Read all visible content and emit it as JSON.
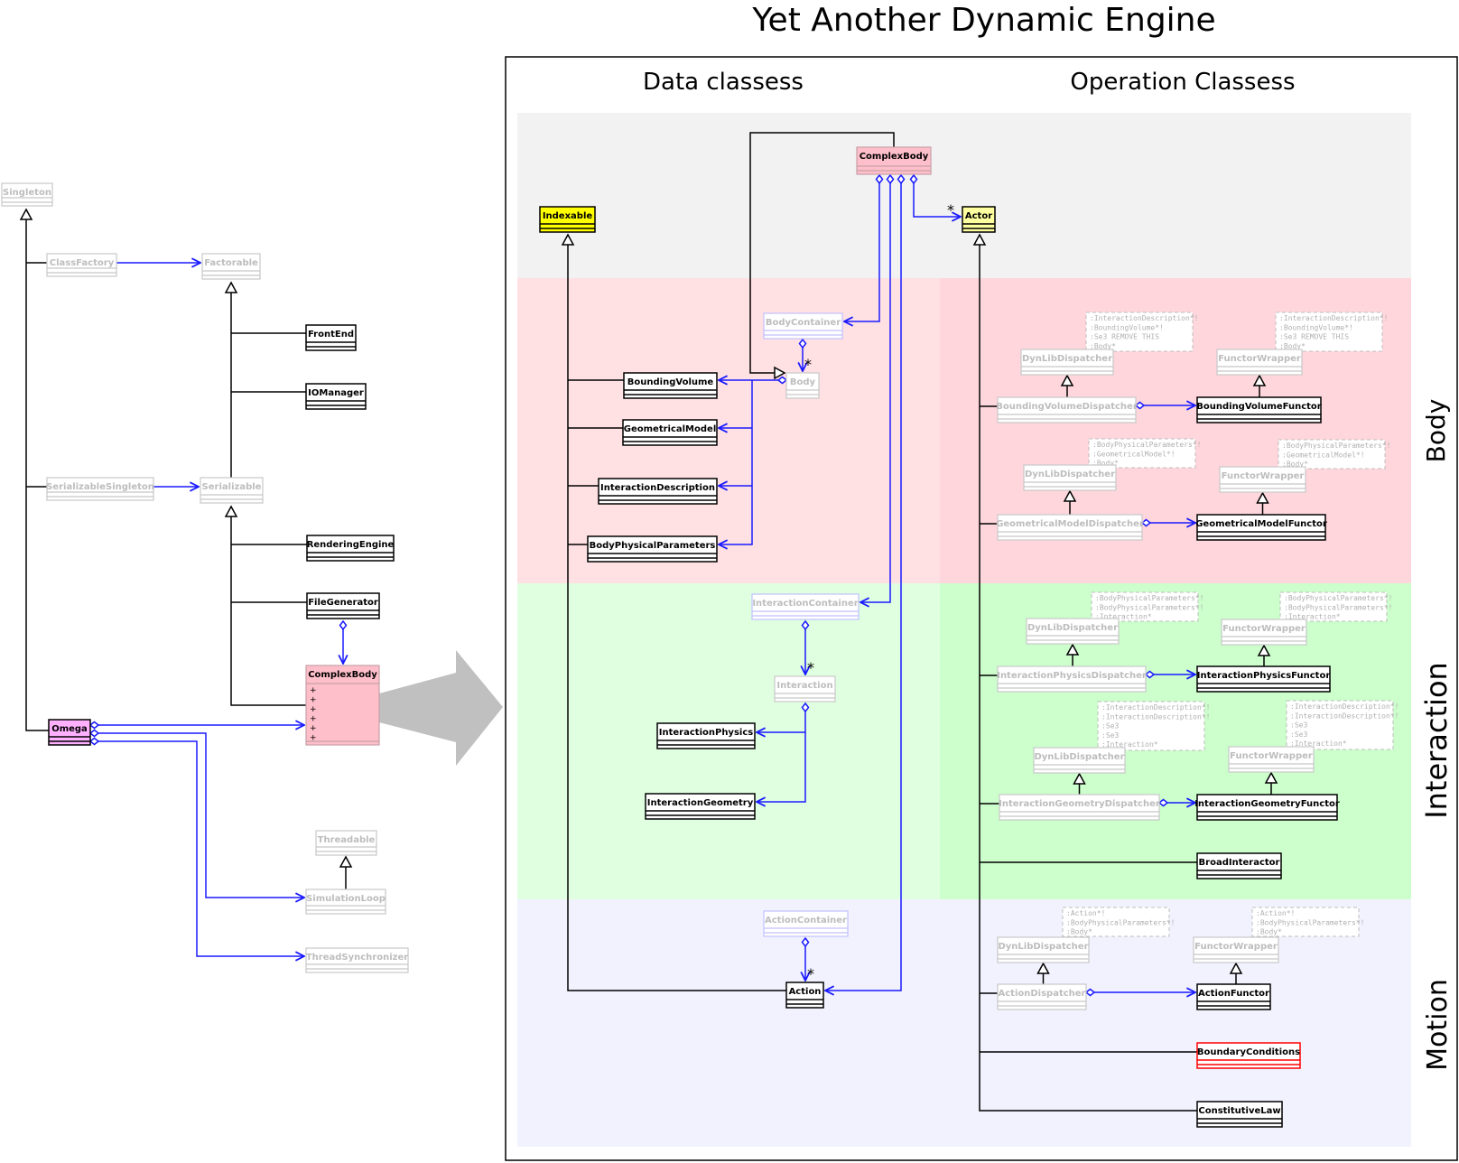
{
  "title": "Yet Another Dynamic Engine",
  "columns": {
    "data": "Data classess",
    "operation": "Operation Classess"
  },
  "rows": {
    "body": "Body",
    "interaction": "Interaction",
    "motion": "Motion"
  },
  "colors": {
    "row_top": "#f2f2f2",
    "row_body": "#ffe0e3",
    "row_body_op": "#ffd6dc",
    "row_interaction": "#e0ffe0",
    "row_interaction_op": "#ccffcc",
    "row_motion": "#f2f2ff",
    "association": "#1a1aff",
    "inheritance": "#000000",
    "faded_border": "#c8c8c8",
    "faded_text": "#bdbdbd",
    "container_border": "#c0c0ff",
    "complexbody_fill": "#ffbfca",
    "indexable_fill": "#ffff00",
    "actor_fill": "#ffffa0",
    "omega_fill": "#ffb0ff",
    "boundary_border": "#ff0000",
    "arrow_fill": "#c0c0c0"
  },
  "nodes": [
    {
      "id": "Singleton",
      "label": "Singleton",
      "style": "faded"
    },
    {
      "id": "ClassFactory",
      "label": "ClassFactory",
      "style": "faded"
    },
    {
      "id": "Factorable",
      "label": "Factorable",
      "style": "faded"
    },
    {
      "id": "FrontEnd",
      "label": "FrontEnd",
      "style": "normal"
    },
    {
      "id": "IOManager",
      "label": "IOManager",
      "style": "normal"
    },
    {
      "id": "SerializableSingleton",
      "label": "SerializableSingleton",
      "style": "faded"
    },
    {
      "id": "Serializable",
      "label": "Serializable",
      "style": "faded"
    },
    {
      "id": "RenderingEngine",
      "label": "RenderingEngine",
      "style": "normal"
    },
    {
      "id": "FileGenerator",
      "label": "FileGenerator",
      "style": "normal"
    },
    {
      "id": "ComplexBodyLeft",
      "label": "ComplexBody",
      "style": "complexbig",
      "attrs": [
        "+",
        "+",
        "+",
        "+",
        "+",
        "+"
      ]
    },
    {
      "id": "Omega",
      "label": "Omega",
      "style": "omega"
    },
    {
      "id": "Threadable",
      "label": "Threadable",
      "style": "faded"
    },
    {
      "id": "SimulationLoop",
      "label": "SimulationLoop",
      "style": "faded"
    },
    {
      "id": "ThreadSynchronizer",
      "label": "ThreadSynchronizer",
      "style": "faded"
    },
    {
      "id": "ComplexBody",
      "label": "ComplexBody",
      "style": "complex"
    },
    {
      "id": "Indexable",
      "label": "Indexable",
      "style": "yellow"
    },
    {
      "id": "Actor",
      "label": "Actor",
      "style": "actor"
    },
    {
      "id": "BodyContainer",
      "label": "BodyContainer",
      "style": "container"
    },
    {
      "id": "Body",
      "label": "Body",
      "style": "faded"
    },
    {
      "id": "BoundingVolume",
      "label": "BoundingVolume",
      "style": "normal"
    },
    {
      "id": "GeometricalModel",
      "label": "GeometricalModel",
      "style": "normal"
    },
    {
      "id": "InteractionDescription",
      "label": "InteractionDescription",
      "style": "normal"
    },
    {
      "id": "BodyPhysicalParameters",
      "label": "BodyPhysicalParameters",
      "style": "normal"
    },
    {
      "id": "InteractionContainer",
      "label": "InteractionContainer",
      "style": "container"
    },
    {
      "id": "Interaction",
      "label": "Interaction",
      "style": "faded"
    },
    {
      "id": "InteractionPhysics",
      "label": "InteractionPhysics",
      "style": "normal"
    },
    {
      "id": "InteractionGeometry",
      "label": "InteractionGeometry",
      "style": "normal"
    },
    {
      "id": "ActionContainer",
      "label": "ActionContainer",
      "style": "container"
    },
    {
      "id": "Action",
      "label": "Action",
      "style": "normal"
    },
    {
      "id": "DLD1",
      "label": "DynLibDispatcher",
      "style": "faded"
    },
    {
      "id": "FW1",
      "label": "FunctorWrapper",
      "style": "faded"
    },
    {
      "id": "BoundingVolumeDispatcher",
      "label": "BoundingVolumeDispatcher",
      "style": "faded"
    },
    {
      "id": "BoundingVolumeFunctor",
      "label": "BoundingVolumeFunctor",
      "style": "normal"
    },
    {
      "id": "DLD2",
      "label": "DynLibDispatcher",
      "style": "faded"
    },
    {
      "id": "FW2",
      "label": "FunctorWrapper",
      "style": "faded"
    },
    {
      "id": "GeometricalModelDispatcher",
      "label": "GeometricalModelDispatcher",
      "style": "faded"
    },
    {
      "id": "GeometricalModelFunctor",
      "label": "GeometricalModelFunctor",
      "style": "normal"
    },
    {
      "id": "DLD3",
      "label": "DynLibDispatcher",
      "style": "faded"
    },
    {
      "id": "FW3",
      "label": "FunctorWrapper",
      "style": "faded"
    },
    {
      "id": "InteractionPhysicsDispatcher",
      "label": "InteractionPhysicsDispatcher",
      "style": "faded"
    },
    {
      "id": "InteractionPhysicsFunctor",
      "label": "InteractionPhysicsFunctor",
      "style": "normal"
    },
    {
      "id": "DLD4",
      "label": "DynLibDispatcher",
      "style": "faded"
    },
    {
      "id": "FW4",
      "label": "FunctorWrapper",
      "style": "faded"
    },
    {
      "id": "InteractionGeometryDispatcher",
      "label": "InteractionGeometryDispatcher",
      "style": "faded"
    },
    {
      "id": "InteractionGeometryFunctor",
      "label": "InteractionGeometryFunctor",
      "style": "normal"
    },
    {
      "id": "BroadInteractor",
      "label": "BroadInteractor",
      "style": "normal"
    },
    {
      "id": "DLD5",
      "label": "DynLibDispatcher",
      "style": "faded"
    },
    {
      "id": "FW5",
      "label": "FunctorWrapper",
      "style": "faded"
    },
    {
      "id": "ActionDispatcher",
      "label": "ActionDispatcher",
      "style": "faded"
    },
    {
      "id": "ActionFunctor",
      "label": "ActionFunctor",
      "style": "normal"
    },
    {
      "id": "BoundaryConditions",
      "label": "BoundaryConditions",
      "style": "red"
    },
    {
      "id": "ConstitutiveLaw",
      "label": "ConstitutiveLaw",
      "style": "normal"
    }
  ],
  "notes": [
    {
      "id": "n1",
      "lines": [
        ":InteractionDescription*!",
        ":BoundingVolume*!",
        ":Se3    REMOVE THIS",
        ":Body*"
      ]
    },
    {
      "id": "n2",
      "lines": [
        ":InteractionDescription*!",
        ":BoundingVolume*!",
        ":Se3  REMOVE THIS",
        ":Body*"
      ]
    },
    {
      "id": "n3",
      "lines": [
        ":BodyPhysicalParameters*!",
        ":GeometricalModel*!",
        ":Body*"
      ]
    },
    {
      "id": "n4",
      "lines": [
        ":BodyPhysicalParameters*!",
        ":GeometricalModel*!",
        ":Body*"
      ]
    },
    {
      "id": "n5",
      "lines": [
        ":BodyPhysicalParameters*!",
        ":BodyPhysicalParameters*!",
        ":Interaction*"
      ]
    },
    {
      "id": "n6",
      "lines": [
        ":BodyPhysicalParameters*!",
        ":BodyPhysicalParameters*!",
        ":Interaction*"
      ]
    },
    {
      "id": "n7",
      "lines": [
        ":InteractionDescription*!",
        ":InteractionDescription*!",
        ":Se3",
        ":Se3",
        ":Interaction*"
      ]
    },
    {
      "id": "n8",
      "lines": [
        ":InteractionDescription*!",
        ":InteractionDescription*!",
        ":Se3",
        ":Se3",
        ":Interaction*"
      ]
    },
    {
      "id": "n9",
      "lines": [
        ":Action*!",
        ":BodyPhysicalParameters*!",
        ":Body*"
      ]
    },
    {
      "id": "n10",
      "lines": [
        ":Action*!",
        ":BodyPhysicalParameters*!",
        ":Body*"
      ]
    }
  ],
  "multiplicity": "*",
  "edges": [
    {
      "type": "inherit",
      "from": "ClassFactory",
      "to": "Singleton"
    },
    {
      "type": "inherit",
      "from": "SerializableSingleton",
      "to": "Singleton"
    },
    {
      "type": "inherit",
      "from": "Omega",
      "to": "Singleton"
    },
    {
      "type": "assoc",
      "from": "ClassFactory",
      "to": "Factorable"
    },
    {
      "type": "assoc",
      "from": "SerializableSingleton",
      "to": "Serializable"
    },
    {
      "type": "inherit",
      "from": "FrontEnd",
      "to": "Factorable"
    },
    {
      "type": "inherit",
      "from": "IOManager",
      "to": "Factorable"
    },
    {
      "type": "inherit",
      "from": "Serializable",
      "to": "Factorable"
    },
    {
      "type": "inherit",
      "from": "RenderingEngine",
      "to": "Serializable"
    },
    {
      "type": "inherit",
      "from": "FileGenerator",
      "to": "Serializable"
    },
    {
      "type": "inherit",
      "from": "ComplexBodyLeft",
      "to": "Serializable"
    },
    {
      "type": "aggregate",
      "from": "FileGenerator",
      "to": "ComplexBodyLeft"
    },
    {
      "type": "aggregate",
      "from": "Omega",
      "to": "ComplexBodyLeft"
    },
    {
      "type": "aggregate",
      "from": "Omega",
      "to": "SimulationLoop"
    },
    {
      "type": "aggregate",
      "from": "Omega",
      "to": "ThreadSynchronizer"
    },
    {
      "type": "inherit",
      "from": "SimulationLoop",
      "to": "Threadable"
    },
    {
      "type": "inherit",
      "from": "ComplexBody",
      "to": "Body"
    },
    {
      "type": "aggregate",
      "from": "ComplexBody",
      "to": "BodyContainer"
    },
    {
      "type": "aggregate",
      "from": "ComplexBody",
      "to": "InteractionContainer"
    },
    {
      "type": "aggregate",
      "from": "ComplexBody",
      "to": "Action"
    },
    {
      "type": "aggregate",
      "from": "ComplexBody",
      "to": "Actor",
      "multiplicity": "*"
    },
    {
      "type": "aggregate",
      "from": "BodyContainer",
      "to": "Body",
      "multiplicity": "*"
    },
    {
      "type": "aggregate",
      "from": "Body",
      "to": "BoundingVolume"
    },
    {
      "type": "aggregate",
      "from": "Body",
      "to": "GeometricalModel"
    },
    {
      "type": "aggregate",
      "from": "Body",
      "to": "InteractionDescription"
    },
    {
      "type": "aggregate",
      "from": "Body",
      "to": "BodyPhysicalParameters"
    },
    {
      "type": "inherit",
      "from": "BoundingVolume",
      "to": "Indexable"
    },
    {
      "type": "inherit",
      "from": "GeometricalModel",
      "to": "Indexable"
    },
    {
      "type": "inherit",
      "from": "InteractionDescription",
      "to": "Indexable"
    },
    {
      "type": "inherit",
      "from": "BodyPhysicalParameters",
      "to": "Indexable"
    },
    {
      "type": "inherit",
      "from": "Action",
      "to": "Indexable"
    },
    {
      "type": "aggregate",
      "from": "InteractionContainer",
      "to": "Interaction",
      "multiplicity": "*"
    },
    {
      "type": "aggregate",
      "from": "Interaction",
      "to": "InteractionPhysics"
    },
    {
      "type": "aggregate",
      "from": "Interaction",
      "to": "InteractionGeometry"
    },
    {
      "type": "aggregate",
      "from": "ActionContainer",
      "to": "Action",
      "multiplicity": "*"
    },
    {
      "type": "inherit",
      "from": "BoundingVolumeDispatcher",
      "to": "DLD1"
    },
    {
      "type": "inherit",
      "from": "BoundingVolumeFunctor",
      "to": "FW1"
    },
    {
      "type": "aggregate",
      "from": "BoundingVolumeDispatcher",
      "to": "BoundingVolumeFunctor"
    },
    {
      "type": "inherit",
      "from": "GeometricalModelDispatcher",
      "to": "DLD2"
    },
    {
      "type": "inherit",
      "from": "GeometricalModelFunctor",
      "to": "FW2"
    },
    {
      "type": "aggregate",
      "from": "GeometricalModelDispatcher",
      "to": "GeometricalModelFunctor"
    },
    {
      "type": "inherit",
      "from": "InteractionPhysicsDispatcher",
      "to": "DLD3"
    },
    {
      "type": "inherit",
      "from": "InteractionPhysicsFunctor",
      "to": "FW3"
    },
    {
      "type": "aggregate",
      "from": "InteractionPhysicsDispatcher",
      "to": "InteractionPhysicsFunctor"
    },
    {
      "type": "inherit",
      "from": "InteractionGeometryDispatcher",
      "to": "DLD4"
    },
    {
      "type": "inherit",
      "from": "InteractionGeometryFunctor",
      "to": "FW4"
    },
    {
      "type": "aggregate",
      "from": "InteractionGeometryDispatcher",
      "to": "InteractionGeometryFunctor"
    },
    {
      "type": "inherit",
      "from": "ActionDispatcher",
      "to": "DLD5"
    },
    {
      "type": "inherit",
      "from": "ActionFunctor",
      "to": "FW5"
    },
    {
      "type": "aggregate",
      "from": "ActionDispatcher",
      "to": "ActionFunctor"
    },
    {
      "type": "inherit",
      "from": "BoundingVolumeDispatcher",
      "to": "Actor"
    },
    {
      "type": "inherit",
      "from": "GeometricalModelDispatcher",
      "to": "Actor"
    },
    {
      "type": "inherit",
      "from": "InteractionPhysicsDispatcher",
      "to": "Actor"
    },
    {
      "type": "inherit",
      "from": "InteractionGeometryDispatcher",
      "to": "Actor"
    },
    {
      "type": "inherit",
      "from": "BroadInteractor",
      "to": "Actor"
    },
    {
      "type": "inherit",
      "from": "ActionDispatcher",
      "to": "Actor"
    },
    {
      "type": "inherit",
      "from": "BoundaryConditions",
      "to": "Actor"
    },
    {
      "type": "inherit",
      "from": "ConstitutiveLaw",
      "to": "Actor"
    }
  ]
}
